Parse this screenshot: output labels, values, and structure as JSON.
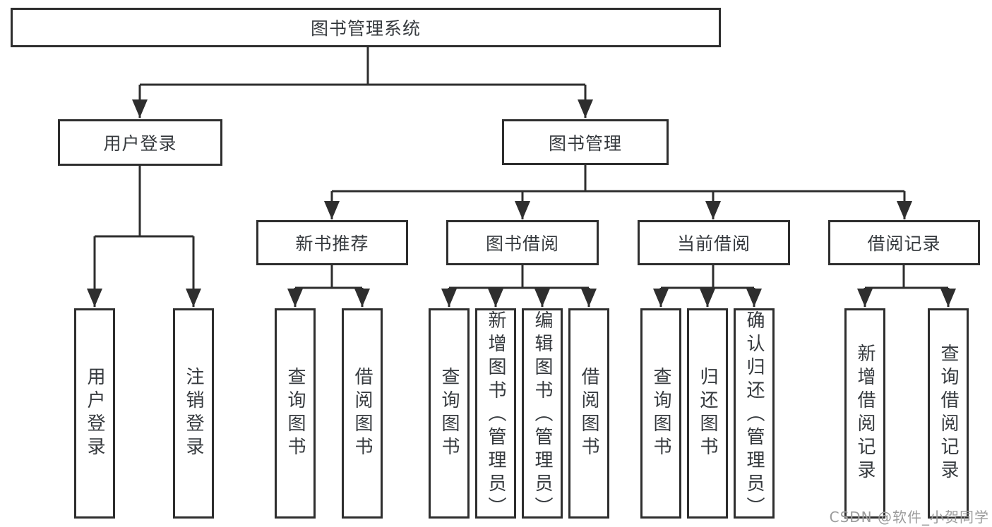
{
  "diagram": {
    "type": "tree",
    "orientation": "top-down",
    "hierarchy": {
      "label": "图书管理系统",
      "children": [
        {
          "label": "用户登录",
          "children": [
            {
              "label": "用户登录"
            },
            {
              "label": "注销登录"
            }
          ]
        },
        {
          "label": "图书管理",
          "children": [
            {
              "label": "新书推荐",
              "children": [
                {
                  "label": "查询图书"
                },
                {
                  "label": "借阅图书"
                }
              ]
            },
            {
              "label": "图书借阅",
              "children": [
                {
                  "label": "查询图书"
                },
                {
                  "label": "新增图书（管理员）"
                },
                {
                  "label": "编辑图书（管理员）"
                },
                {
                  "label": "借阅图书"
                }
              ]
            },
            {
              "label": "当前借阅",
              "children": [
                {
                  "label": "查询图书"
                },
                {
                  "label": "归还图书"
                },
                {
                  "label": "确认归还（管理员）"
                }
              ]
            },
            {
              "label": "借阅记录",
              "children": [
                {
                  "label": "新增借阅记录"
                },
                {
                  "label": "查询借阅记录"
                }
              ]
            }
          ]
        }
      ]
    }
  },
  "watermark": {
    "text": "CSDN @软件_小贺同学"
  },
  "colors": {
    "line": "#2e2e2e",
    "border": "#2e2e2e",
    "text": "#363a3e",
    "background": "#ffffff",
    "watermark": "#9b9b9b"
  }
}
